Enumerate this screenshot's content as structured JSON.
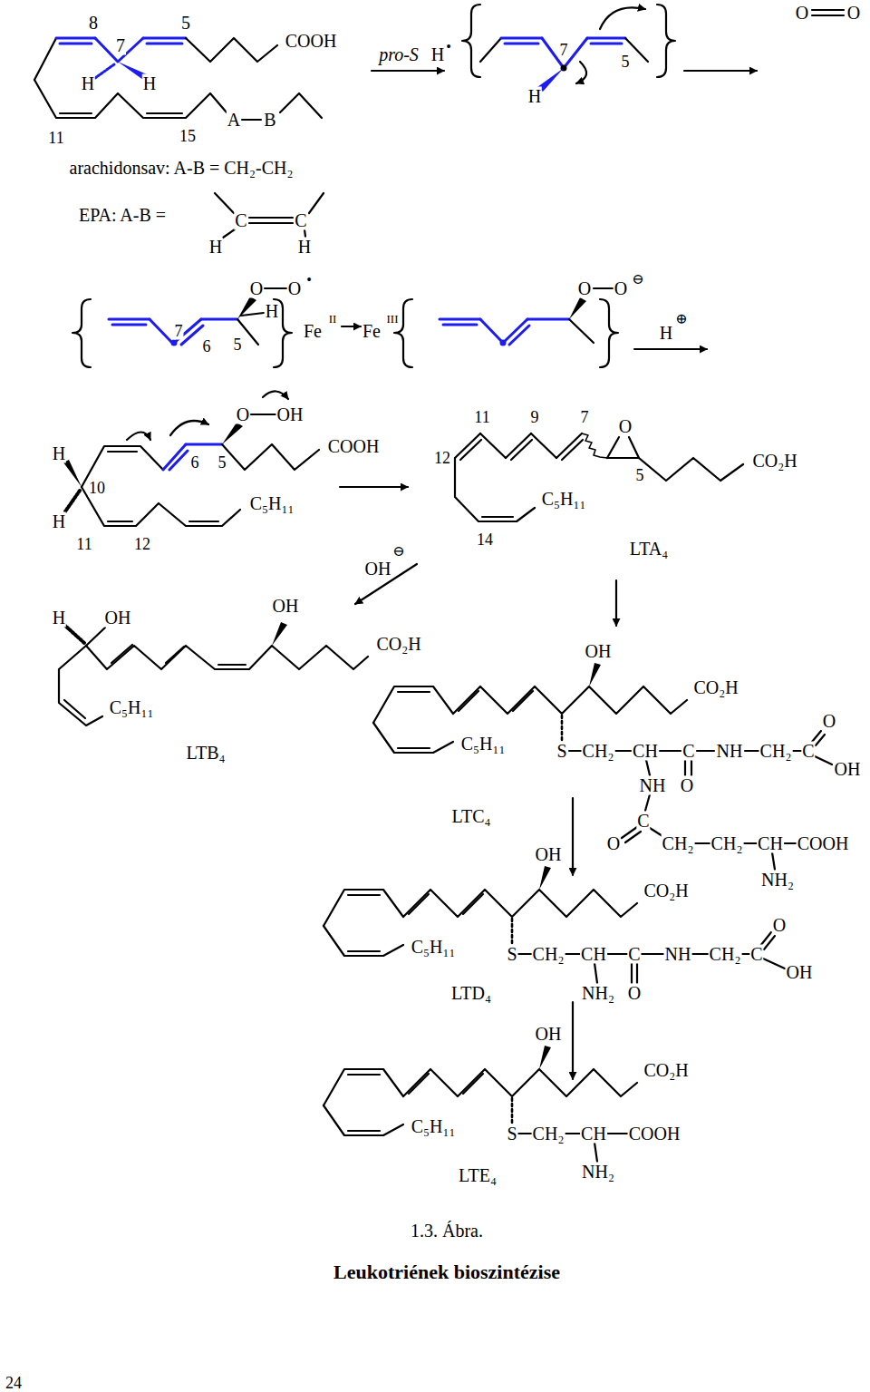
{
  "diagram": {
    "caption": "Leukotriének bioszintézise",
    "labels": [
      "8",
      "7",
      "5",
      "COOH",
      "H",
      "H",
      "11",
      "15",
      "A",
      "B",
      "arachidonsav: A-B = CH₂-CH₂",
      "EPA: A-B =",
      "C",
      "C",
      "H",
      "H",
      "pro-S",
      "H",
      "•",
      "7",
      "5",
      "H",
      "O",
      "O",
      "7",
      "6",
      "5",
      "O",
      "O",
      "•",
      "H",
      "Fe",
      "II",
      "Fe",
      "III",
      "O",
      "O",
      "⊖",
      "H",
      "⊕",
      "H",
      "H",
      "10",
      "6",
      "5",
      "O",
      "OH",
      "COOH",
      "11",
      "12",
      "C₅H₁₁",
      "11",
      "9",
      "7",
      "12",
      "O",
      "5",
      "CO₂H",
      "C₅H₁₁",
      "14",
      "LTA₄",
      "OH",
      "⊖",
      "H",
      "OH",
      "OH",
      "CO₂H",
      "C₅H₁₁",
      "LTB₄",
      "OH",
      "CO₂H",
      "C₅H₁₁",
      "S",
      "CH₂",
      "CH",
      "C",
      "NH",
      "CH₂",
      "C",
      "O",
      "OH",
      "NH",
      "O",
      "LTC₄",
      "C",
      "O",
      "CH₂",
      "CH₂",
      "CH",
      "COOH",
      "NH₂",
      "OH",
      "CO₂H",
      "C₅H₁₁",
      "S",
      "CH₂",
      "CH",
      "C",
      "NH",
      "CH₂",
      "C",
      "O",
      "OH",
      "NH₂",
      "O",
      "LTD₄",
      "OH",
      "CO₂H",
      "C₅H₁₁",
      "S",
      "CH₂",
      "CH",
      "COOH",
      "NH₂",
      "LTE₄",
      "1.3. Ábra.",
      "24"
    ]
  }
}
